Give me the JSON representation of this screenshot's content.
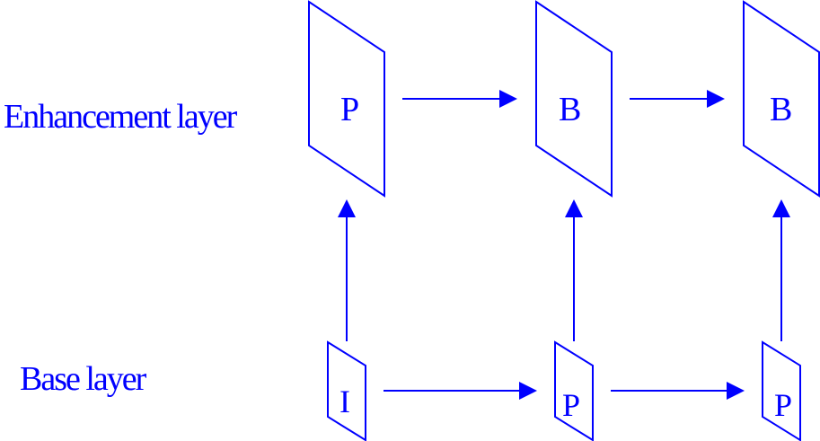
{
  "labels": {
    "enhancement": "Enhancement layer",
    "base": "Base layer"
  },
  "enhancement_frames": [
    "P",
    "B",
    "B"
  ],
  "base_frames": [
    "I",
    "P",
    "P"
  ],
  "color": "#0000ff"
}
